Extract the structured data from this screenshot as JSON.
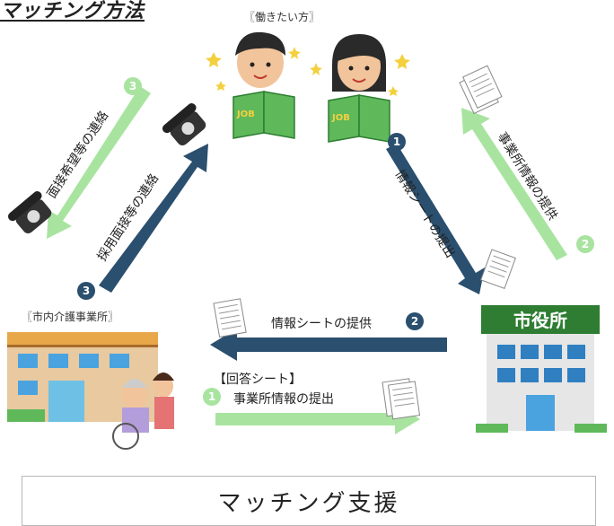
{
  "title": "マッチング方法",
  "workers_label": "〖働きたい方〗",
  "facility_label": "〖市内介護事業所〗",
  "city_hall_sign": "市役所",
  "book_text": "JOB",
  "flows": {
    "to_city_hall": {
      "num": "1",
      "text": "情報シートの提出"
    },
    "to_workers": {
      "num": "2",
      "text": "事業所情報の提供"
    },
    "city_to_facility": {
      "num": "2",
      "text": "情報シートの提供"
    },
    "facility_to_city_header": "【回答シート】",
    "facility_to_city": {
      "num": "1",
      "text": "事業所情報の提出"
    },
    "facility_to_workers": {
      "num": "3",
      "text": "採用面接等の連絡"
    },
    "workers_to_facility": {
      "num": "3",
      "text": "面接希望等の連絡"
    }
  },
  "bottom_box": "マッチング支援",
  "colors": {
    "dark_arrow": "#2b4f6e",
    "light_arrow": "#a8e4a0"
  }
}
